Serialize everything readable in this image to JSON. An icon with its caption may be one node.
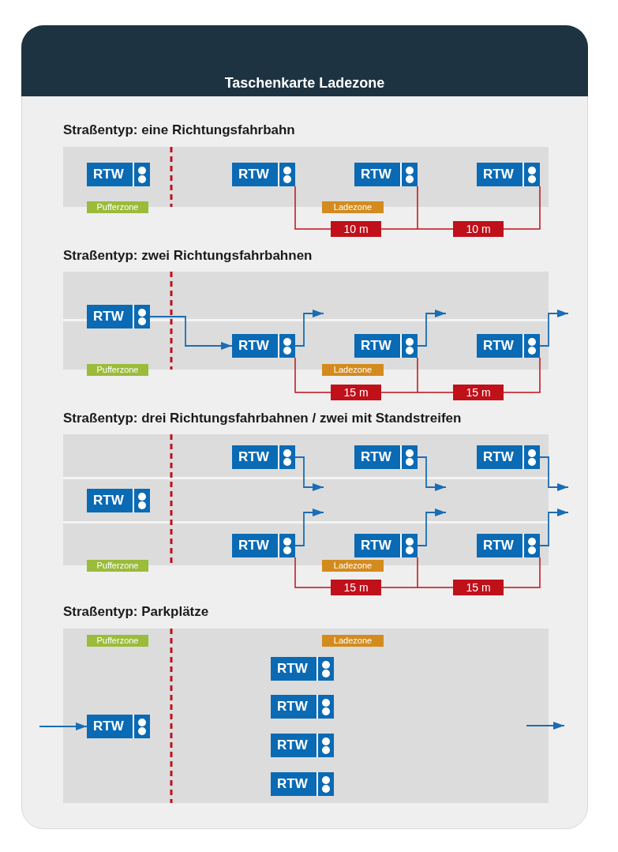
{
  "diagram": {
    "title": "Taschenkarte Ladezone",
    "nodes": [
      {
        "text": [
          "RTW"
        ]
      },
      {
        "text": [
          "RTW"
        ]
      },
      {
        "text": [
          "RTW"
        ]
      },
      {
        "text": [
          "RTW"
        ]
      },
      {
        "text": [
          "Pufferzone"
        ]
      },
      {
        "text": [
          "Ladezone"
        ]
      },
      {
        "text": [
          "RTW"
        ]
      },
      {
        "text": [
          "RTW"
        ]
      },
      {
        "text": [
          "RTW"
        ]
      },
      {
        "text": [
          "RTW"
        ]
      },
      {
        "text": [
          "Pufferzone"
        ]
      },
      {
        "text": [
          "Ladezone"
        ]
      },
      {
        "text": [
          "RTW"
        ]
      },
      {
        "text": [
          "RTW"
        ]
      },
      {
        "text": [
          "RTW"
        ]
      },
      {
        "text": [
          "RTW"
        ]
      },
      {
        "text": [
          "RTW"
        ]
      },
      {
        "text": [
          "RTW"
        ]
      },
      {
        "text": [
          "RTW"
        ]
      },
      {
        "text": [
          "Pufferzone"
        ]
      },
      {
        "text": [
          "Ladezone"
        ]
      },
      {
        "text": [
          "Pufferzone"
        ]
      },
      {
        "text": [
          "Ladezone"
        ]
      },
      {
        "text": [
          "RTW"
        ]
      },
      {
        "text": [
          "RTW"
        ]
      },
      {
        "text": [
          "RTW"
        ]
      },
      {
        "text": [
          "RTW"
        ]
      },
      {
        "text": [
          "RTW"
        ]
      }
    ],
    "edges": [
      {
        "from": 6,
        "to": 7,
        "arrow": "to"
      },
      {
        "from": 7,
        "to": null,
        "arrow": "to"
      },
      {
        "from": 8,
        "to": null,
        "arrow": "to"
      },
      {
        "from": 9,
        "to": null,
        "arrow": "to"
      },
      {
        "from": 12,
        "to": null,
        "arrow": "to"
      },
      {
        "from": 13,
        "to": null,
        "arrow": "to"
      },
      {
        "from": 14,
        "to": null,
        "arrow": "to"
      },
      {
        "from": 16,
        "to": null,
        "arrow": "to"
      },
      {
        "from": 17,
        "to": null,
        "arrow": "to"
      },
      {
        "from": 18,
        "to": null,
        "arrow": "to"
      },
      {
        "from": null,
        "to": 25,
        "arrow": "to"
      }
    ],
    "labels": [
      "Straßentyp: eine Richtungsfahrbahn",
      "10 m",
      "10 m",
      "Straßentyp: zwei Richtungsfahrbahnen",
      "15 m",
      "15 m",
      "Straßentyp: drei Richtungsfahrbahnen / zwei mit Standstreifen",
      "15 m",
      "15 m",
      "Straßentyp: Parkplätze"
    ]
  }
}
